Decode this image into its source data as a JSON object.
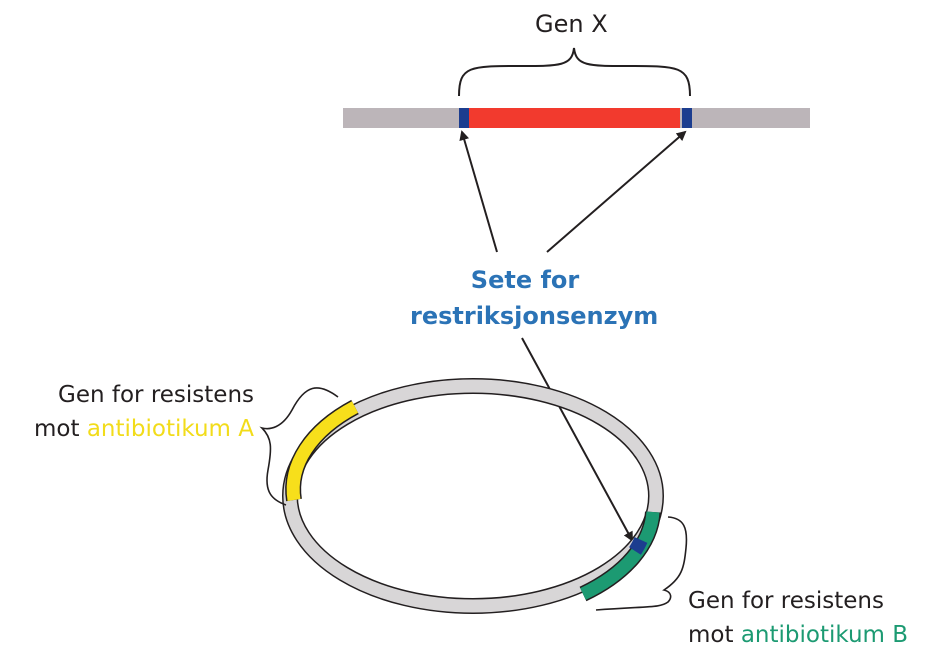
{
  "diagram": {
    "gene_label": "Gen X",
    "site_label_line1": "Sete for",
    "site_label_line2": "restriksjonsenzym",
    "resistance_a": {
      "line1": "Gen for resistens",
      "prefix": "mot ",
      "antibiotic": "antibiotikum A"
    },
    "resistance_b": {
      "line1": "Gen for resistens",
      "prefix": "mot ",
      "antibiotic": "antibiotikum B"
    },
    "colors": {
      "dna_strand": "#bcb5b9",
      "gene_x": "#f23a2e",
      "restriction_site": "#1c3d8f",
      "plasmid": "#d8d6d7",
      "gene_a": "#f7df1b",
      "gene_b": "#1c9a72",
      "site_label": "#2b73b6",
      "text": "#231f20"
    }
  }
}
